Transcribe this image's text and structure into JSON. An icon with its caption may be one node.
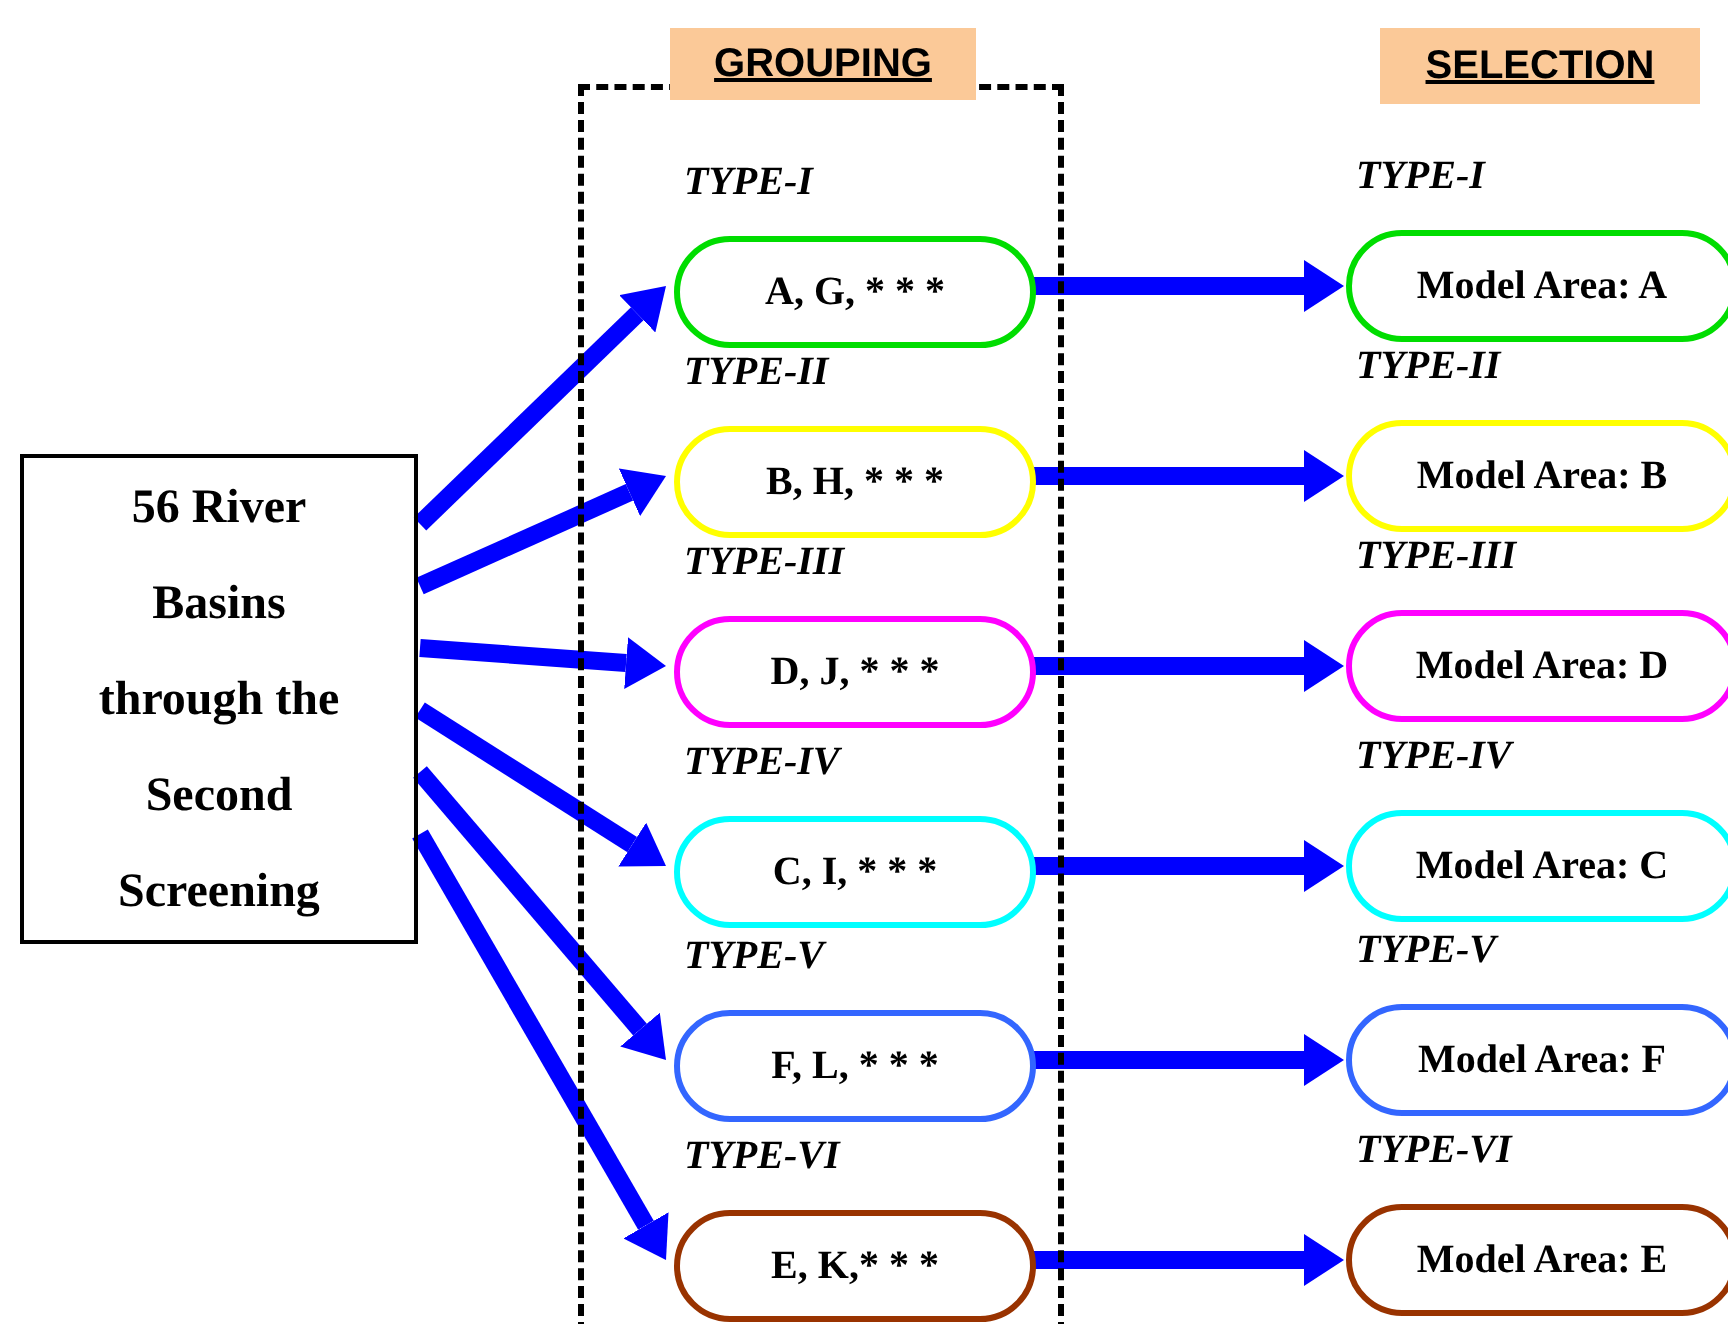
{
  "diagram": {
    "nodes": [
      {
        "text": [
          "56 River Basins through the Second Screening"
        ]
      },
      {
        "text": [
          "GROUPING"
        ]
      },
      {
        "text": [],
        "shape": "box"
      },
      {
        "text": [
          "TYPE-I",
          "A, G, * * *"
        ],
        "in": 2
      },
      {
        "text": [
          "TYPE-II",
          "B, H, * * *"
        ],
        "in": 2
      },
      {
        "text": [
          "TYPE-III",
          "D, J, * * *"
        ],
        "in": 2
      },
      {
        "text": [
          "TYPE-IV",
          "C, I, * * *"
        ],
        "in": 2
      },
      {
        "text": [
          "TYPE-V",
          "F, L, * * *"
        ],
        "in": 2
      },
      {
        "text": [
          "TYPE-VI",
          "E, K,* * *"
        ],
        "in": 2
      },
      {
        "text": [
          "SELECTION"
        ]
      },
      {
        "text": [
          "TYPE-I",
          "Model Area: A"
        ]
      },
      {
        "text": [
          "TYPE-II",
          "Model Area: B"
        ]
      },
      {
        "text": [
          "TYPE-III",
          "Model Area: D"
        ]
      },
      {
        "text": [
          "TYPE-IV",
          "Model Area: C"
        ]
      },
      {
        "text": [
          "TYPE-V",
          "Model Area: F"
        ]
      },
      {
        "text": [
          "TYPE-VI",
          "Model Area: E"
        ]
      }
    ],
    "edges": [
      {
        "from": 0,
        "to": 3,
        "arrow": "to"
      },
      {
        "from": 0,
        "to": 4,
        "arrow": "to"
      },
      {
        "from": 0,
        "to": 5,
        "arrow": "to"
      },
      {
        "from": 0,
        "to": 6,
        "arrow": "to"
      },
      {
        "from": 0,
        "to": 7,
        "arrow": "to"
      },
      {
        "from": 0,
        "to": 8,
        "arrow": "to"
      },
      {
        "from": 3,
        "to": 10,
        "arrow": "to"
      },
      {
        "from": 4,
        "to": 11,
        "arrow": "to"
      },
      {
        "from": 5,
        "to": 12,
        "arrow": "to"
      },
      {
        "from": 6,
        "to": 13,
        "arrow": "to"
      },
      {
        "from": 7,
        "to": 14,
        "arrow": "to"
      },
      {
        "from": 8,
        "to": 15,
        "arrow": "to"
      }
    ]
  }
}
